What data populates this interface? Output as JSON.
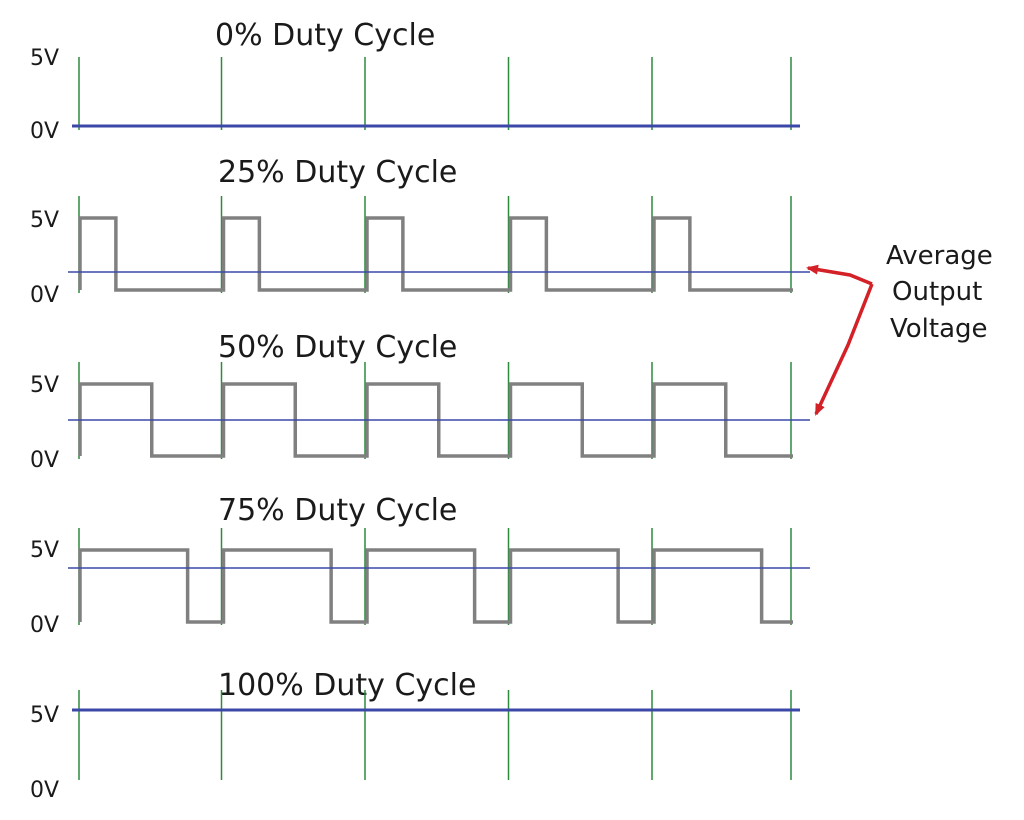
{
  "diagram": {
    "panels": [
      {
        "title": "0% Duty Cycle",
        "high_label": "5V",
        "low_label": "0V",
        "duty_cycle": 0,
        "average_output": 0
      },
      {
        "title": "25% Duty Cycle",
        "high_label": "5V",
        "low_label": "0V",
        "duty_cycle": 0.25,
        "average_output": 0.25
      },
      {
        "title": "50% Duty Cycle",
        "high_label": "5V",
        "low_label": "0V",
        "duty_cycle": 0.5,
        "average_output": 0.5
      },
      {
        "title": "75% Duty Cycle",
        "high_label": "5V",
        "low_label": "0V",
        "duty_cycle": 0.75,
        "average_output": 0.75
      },
      {
        "title": "100% Duty Cycle",
        "high_label": "5V",
        "low_label": "0V",
        "duty_cycle": 1,
        "average_output": 1
      }
    ],
    "period_count": 5,
    "annotation": {
      "lines": [
        "Average",
        "Output",
        "Voltage"
      ],
      "color": "#d42027"
    },
    "colors": {
      "signal": "#808080",
      "average": "#3b48a8",
      "grid": "#2e8b3e",
      "text": "#1a1a1a"
    }
  }
}
